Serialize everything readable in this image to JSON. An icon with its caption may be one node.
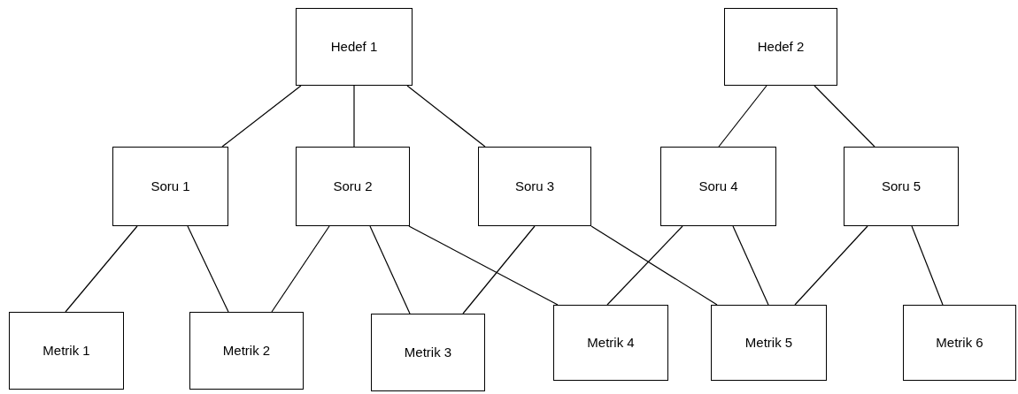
{
  "diagram": {
    "nodes": [
      {
        "text": [
          "Hedef 1"
        ]
      },
      {
        "text": [
          "Hedef 2"
        ]
      },
      {
        "text": [
          "Soru 1"
        ]
      },
      {
        "text": [
          "Soru 2"
        ]
      },
      {
        "text": [
          "Soru 3"
        ]
      },
      {
        "text": [
          "Soru 4"
        ]
      },
      {
        "text": [
          "Soru 5"
        ]
      },
      {
        "text": [
          "Metrik 1"
        ]
      },
      {
        "text": [
          "Metrik 2"
        ]
      },
      {
        "text": [
          "Metrik 3"
        ]
      },
      {
        "text": [
          "Metrik 4"
        ]
      },
      {
        "text": [
          "Metrik 5"
        ]
      },
      {
        "text": [
          "Metrik 6"
        ]
      }
    ],
    "edges": [
      {
        "from": 0,
        "to": 2,
        "arrow": "none"
      },
      {
        "from": 0,
        "to": 3,
        "arrow": "none"
      },
      {
        "from": 0,
        "to": 4,
        "arrow": "none"
      },
      {
        "from": 1,
        "to": 5,
        "arrow": "none"
      },
      {
        "from": 1,
        "to": 6,
        "arrow": "none"
      },
      {
        "from": 2,
        "to": 7,
        "arrow": "none"
      },
      {
        "from": 2,
        "to": 8,
        "arrow": "none"
      },
      {
        "from": 3,
        "to": 8,
        "arrow": "none"
      },
      {
        "from": 3,
        "to": 9,
        "arrow": "none"
      },
      {
        "from": 3,
        "to": 10,
        "arrow": "none"
      },
      {
        "from": 4,
        "to": 9,
        "arrow": "none"
      },
      {
        "from": 4,
        "to": 11,
        "arrow": "none"
      },
      {
        "from": 5,
        "to": 10,
        "arrow": "none"
      },
      {
        "from": 5,
        "to": 11,
        "arrow": "none"
      },
      {
        "from": 6,
        "to": 11,
        "arrow": "none"
      },
      {
        "from": 6,
        "to": 12,
        "arrow": "none"
      }
    ]
  }
}
